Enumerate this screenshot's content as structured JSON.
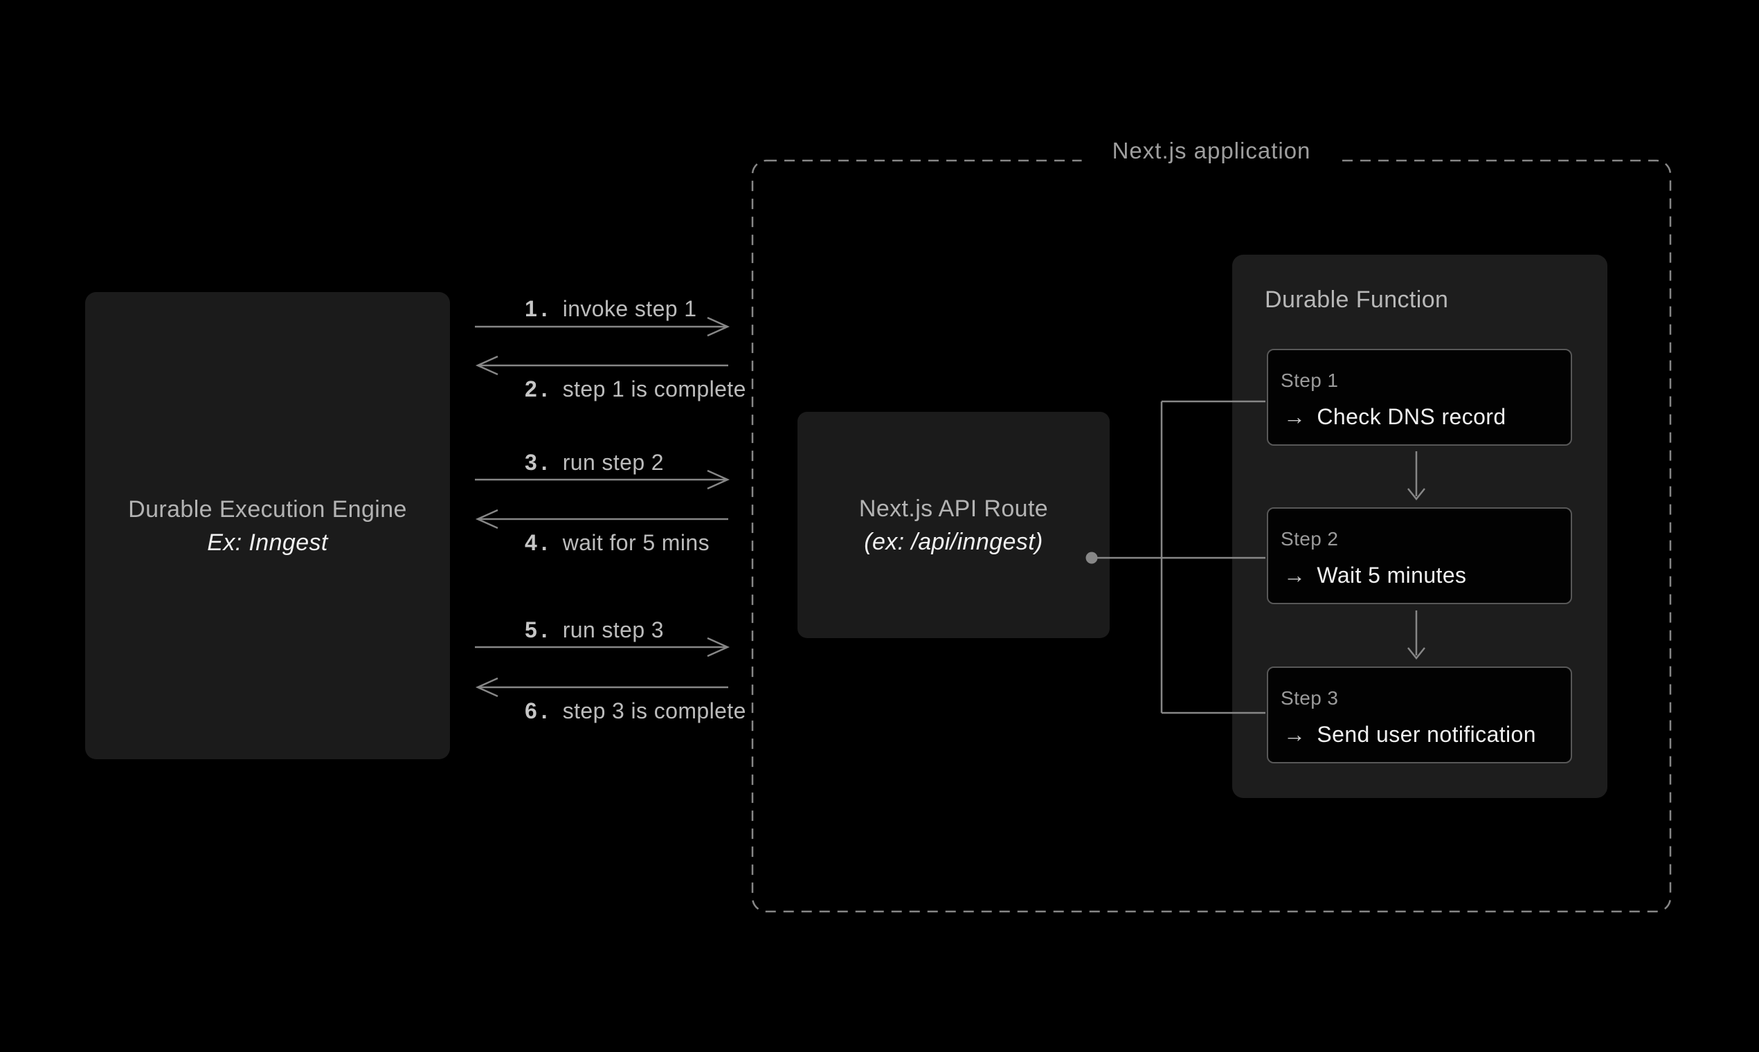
{
  "engine_box": {
    "title": "Durable Execution Engine",
    "subtitle": "Ex: Inngest"
  },
  "messages": [
    {
      "num": "1.",
      "text": "invoke step 1",
      "direction": "right"
    },
    {
      "num": "2.",
      "text": "step 1 is complete",
      "direction": "left"
    },
    {
      "num": "3.",
      "text": "run step 2",
      "direction": "right"
    },
    {
      "num": "4.",
      "text": "wait for 5 mins",
      "direction": "left"
    },
    {
      "num": "5.",
      "text": "run step 3",
      "direction": "right"
    },
    {
      "num": "6.",
      "text": "step 3 is complete",
      "direction": "left"
    }
  ],
  "nextjs_app": {
    "label": "Next.js application",
    "api_route": {
      "title": "Next.js API Route",
      "subtitle": "(ex: /api/inngest)"
    },
    "durable_function": {
      "title": "Durable Function",
      "steps": [
        {
          "label": "Step 1",
          "arrow": "→",
          "text": "Check DNS record"
        },
        {
          "label": "Step 2",
          "arrow": "→",
          "text": "Wait 5 minutes"
        },
        {
          "label": "Step 3",
          "arrow": "→",
          "text": "Send user notification"
        }
      ]
    }
  },
  "colors": {
    "background": "#000000",
    "box_fill": "#1b1b1b",
    "panel_fill": "#1d1d1d",
    "step_fill": "#020202",
    "step_border": "#585858",
    "line_gray": "#878787",
    "title_gray": "#b3b3b3",
    "text_white": "#f1f1f1",
    "dim_gray": "#9b9b9b"
  }
}
